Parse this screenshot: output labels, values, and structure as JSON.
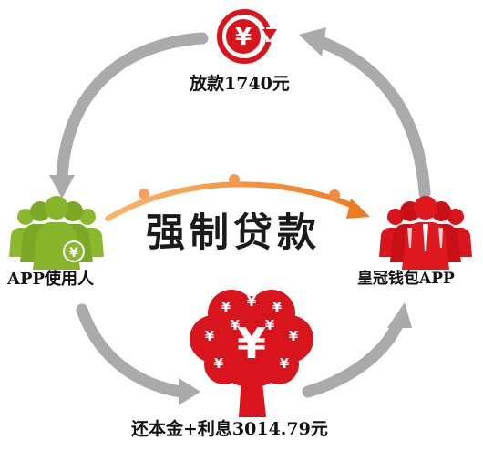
{
  "nodes": {
    "top": {
      "label": "放款1740元",
      "icon": "yuan-coin-icon"
    },
    "left": {
      "label": "APP使用人",
      "icon": "user-group-icon"
    },
    "right": {
      "label": "皇冠钱包APP",
      "icon": "user-group-icon"
    },
    "bottom": {
      "label": "还本金+利息3014.79元",
      "icon": "money-tree-icon"
    }
  },
  "center": {
    "title": "强制贷款"
  },
  "glyphs": {
    "currency": "¥"
  },
  "colors": {
    "red": "#d8141c",
    "green": "#8cb830",
    "orange": "#f07a20",
    "gray_arrow": "#aaaaaa",
    "text": "#111111"
  }
}
